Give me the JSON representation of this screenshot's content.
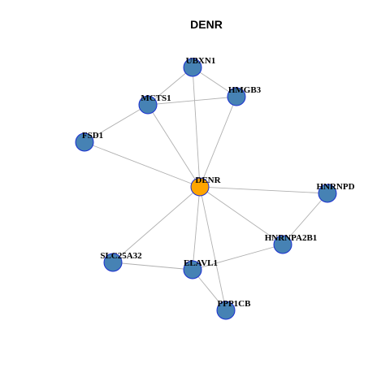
{
  "title": "DENR",
  "colors": {
    "node_default": "#4682B4",
    "node_hub": "#FFA500",
    "node_border": "#1a2fd0",
    "edge": "#b0b0b0"
  },
  "nodes": [
    {
      "id": "UBXN1",
      "label": "UBXN1",
      "hub": false
    },
    {
      "id": "HMGB3",
      "label": "HMGB3",
      "hub": false
    },
    {
      "id": "MCTS1",
      "label": "MCTS1",
      "hub": false
    },
    {
      "id": "FSD1",
      "label": "FSD1",
      "hub": false
    },
    {
      "id": "DENR",
      "label": "DENR",
      "hub": true
    },
    {
      "id": "HNRNPD",
      "label": "HNRNPD",
      "hub": false
    },
    {
      "id": "HNRNPA2B1",
      "label": "HNRNPA2B1",
      "hub": false
    },
    {
      "id": "SLC25A32",
      "label": "SLC25A32",
      "hub": false
    },
    {
      "id": "ELAVL1",
      "label": "ELAVL1",
      "hub": false
    },
    {
      "id": "PPP1CB",
      "label": "PPP1CB",
      "hub": false
    }
  ],
  "edges": [
    [
      "UBXN1",
      "MCTS1"
    ],
    [
      "UBXN1",
      "HMGB3"
    ],
    [
      "UBXN1",
      "DENR"
    ],
    [
      "MCTS1",
      "HMGB3"
    ],
    [
      "MCTS1",
      "FSD1"
    ],
    [
      "MCTS1",
      "DENR"
    ],
    [
      "HMGB3",
      "DENR"
    ],
    [
      "FSD1",
      "DENR"
    ],
    [
      "DENR",
      "HNRNPD"
    ],
    [
      "DENR",
      "HNRNPA2B1"
    ],
    [
      "DENR",
      "SLC25A32"
    ],
    [
      "DENR",
      "ELAVL1"
    ],
    [
      "DENR",
      "PPP1CB"
    ],
    [
      "HNRNPD",
      "HNRNPA2B1"
    ],
    [
      "HNRNPA2B1",
      "ELAVL1"
    ],
    [
      "SLC25A32",
      "ELAVL1"
    ],
    [
      "ELAVL1",
      "PPP1CB"
    ]
  ]
}
